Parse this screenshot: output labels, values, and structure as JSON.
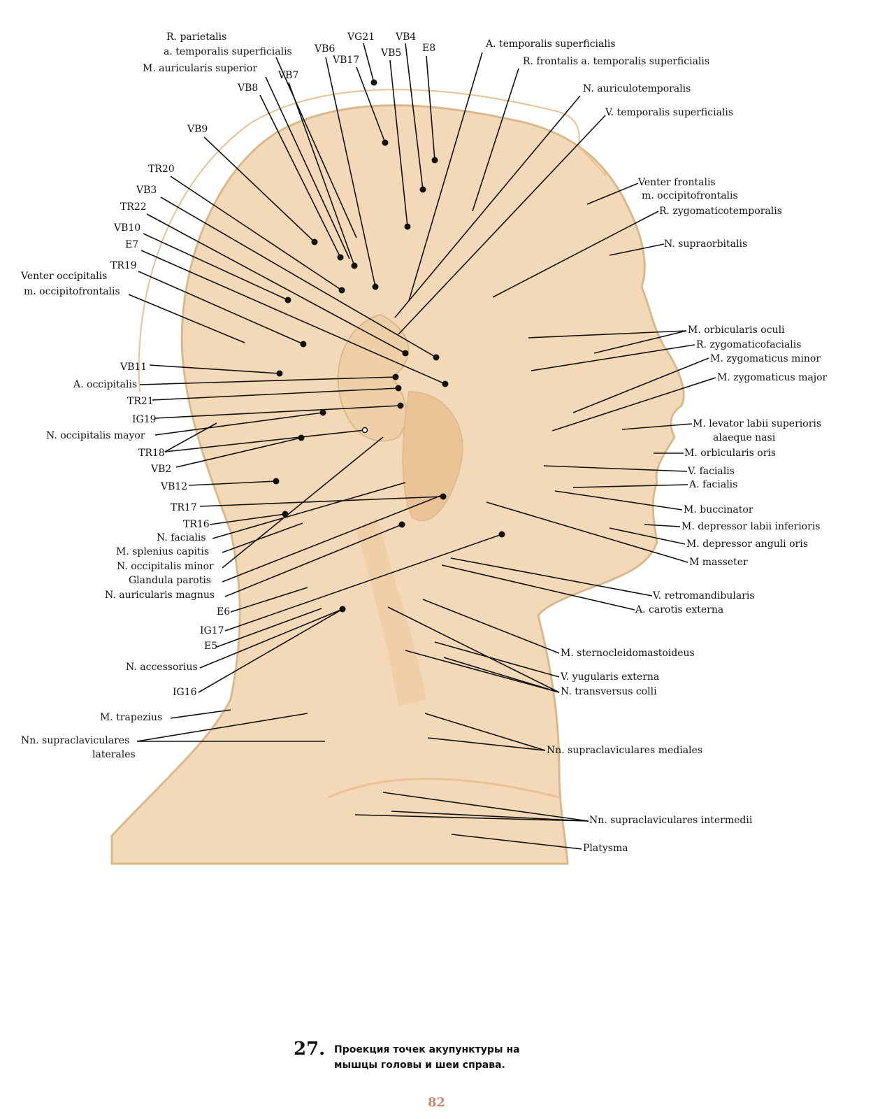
{
  "figure": {
    "number": "27.",
    "caption_line1": "Проекция   точек   акупунктуры   на",
    "caption_line2": "мышцы головы и шеи справа.",
    "page_number": "82"
  },
  "colors": {
    "skin": "#f3d9b7",
    "skin_dark": "#e8c195",
    "outline": "#d9b98c",
    "leader": "#111111"
  },
  "labels": [
    {
      "id": "r-parietalis",
      "text": "R.  parietalis"
    },
    {
      "id": "a-temp-sup-1",
      "text": "a. temporalis  superficialis"
    },
    {
      "id": "m-auric-sup",
      "text": "M.  auricularis  superior"
    },
    {
      "id": "vb6",
      "text": "VB6"
    },
    {
      "id": "vg21",
      "text": "VG21"
    },
    {
      "id": "vb4",
      "text": "VB4"
    },
    {
      "id": "vb17",
      "text": "VB17"
    },
    {
      "id": "vb5",
      "text": "VB5"
    },
    {
      "id": "e8",
      "text": "E8"
    },
    {
      "id": "vb7",
      "text": "VB7"
    },
    {
      "id": "vb8",
      "text": "VB8"
    },
    {
      "id": "vb9",
      "text": "VB9"
    },
    {
      "id": "tr20",
      "text": "TR20"
    },
    {
      "id": "vb3",
      "text": "VB3"
    },
    {
      "id": "tr22",
      "text": "TR22"
    },
    {
      "id": "vb10",
      "text": "VB10"
    },
    {
      "id": "e7",
      "text": "E7"
    },
    {
      "id": "tr19",
      "text": "TR19"
    },
    {
      "id": "venter-occ",
      "text": "Venter occipitalis"
    },
    {
      "id": "m-occipitofront-1",
      "text": "m. occipitofrontalis"
    },
    {
      "id": "vb11",
      "text": "VB11"
    },
    {
      "id": "a-occipitalis",
      "text": "A. occipitalis"
    },
    {
      "id": "tr21",
      "text": "TR21"
    },
    {
      "id": "ig19",
      "text": "IG19"
    },
    {
      "id": "n-occ-mayor",
      "text": "N. occipitalis mayor"
    },
    {
      "id": "tr18",
      "text": "TR18"
    },
    {
      "id": "vb2",
      "text": "VB2"
    },
    {
      "id": "vb12",
      "text": "VB12"
    },
    {
      "id": "tr17",
      "text": "TR17"
    },
    {
      "id": "tr16",
      "text": "TR16"
    },
    {
      "id": "n-facialis",
      "text": "N. facialis"
    },
    {
      "id": "m-splenius",
      "text": "M. splenius capitis"
    },
    {
      "id": "n-occ-minor",
      "text": "N. occipitalis minor"
    },
    {
      "id": "glandula-parotis",
      "text": "Glandula  parotis"
    },
    {
      "id": "n-auric-magnus",
      "text": "N. auricularis magnus"
    },
    {
      "id": "e6",
      "text": "E6"
    },
    {
      "id": "ig17",
      "text": "IG17"
    },
    {
      "id": "e5",
      "text": "E5"
    },
    {
      "id": "n-accessorius",
      "text": "N. accessorius"
    },
    {
      "id": "ig16",
      "text": "IG16"
    },
    {
      "id": "m-trapezius",
      "text": "M. trapezius"
    },
    {
      "id": "nn-supracl-lat-1",
      "text": "Nn. supraclaviculares"
    },
    {
      "id": "nn-supracl-lat-2",
      "text": "laterales"
    },
    {
      "id": "a-temp-sup-2",
      "text": "A. temporalis  superficialis"
    },
    {
      "id": "r-frontalis",
      "text": "R. frontalis  a. temporalis  superficialis"
    },
    {
      "id": "n-auriculotemp",
      "text": "N.  auriculotemporalis"
    },
    {
      "id": "v-temp-sup",
      "text": "V.  temporalis  superficialis"
    },
    {
      "id": "venter-front",
      "text": "Venter  frontalis"
    },
    {
      "id": "m-occipitofront-2",
      "text": "m.  occipitofrontalis"
    },
    {
      "id": "r-zygomaticotemp",
      "text": "R.  zygomaticotemporalis"
    },
    {
      "id": "n-supraorb",
      "text": "N.  supraorbitalis"
    },
    {
      "id": "m-orb-oculi",
      "text": "M.  orbicularis  oculi"
    },
    {
      "id": "r-zygomaticofac",
      "text": "R.  zygomaticofacialis"
    },
    {
      "id": "m-zyg-minor",
      "text": "M.  zygomaticus  minor"
    },
    {
      "id": "m-zyg-major",
      "text": "M.  zygomaticus  major"
    },
    {
      "id": "m-levator-1",
      "text": "M.  levator  labii  superioris"
    },
    {
      "id": "m-levator-2",
      "text": "alaeque  nasi"
    },
    {
      "id": "m-orb-oris",
      "text": "M.  orbicularis  oris"
    },
    {
      "id": "v-facialis",
      "text": "V.  facialis"
    },
    {
      "id": "a-facialis",
      "text": "A.  facialis"
    },
    {
      "id": "m-buccinator",
      "text": "M.  buccinator"
    },
    {
      "id": "m-depr-labii",
      "text": "M.  depressor  labii  inferioris"
    },
    {
      "id": "m-depr-anguli",
      "text": "M.  depressor  anguli  oris"
    },
    {
      "id": "m-masseter",
      "text": "M   masseter"
    },
    {
      "id": "v-retromand",
      "text": "V.  retromandibularis"
    },
    {
      "id": "a-carotis",
      "text": "A.  carotis  externa"
    },
    {
      "id": "m-scm",
      "text": "M.  sternocleidomastoideus"
    },
    {
      "id": "v-yugularis",
      "text": "V.  yugularis  externa"
    },
    {
      "id": "n-transv-colli",
      "text": "N.  transversus  colli"
    },
    {
      "id": "nn-supracl-med",
      "text": "Nn.  supraclaviculares  mediales"
    },
    {
      "id": "nn-supracl-int",
      "text": "Nn.  supraclaviculares  intermedii"
    },
    {
      "id": "platysma",
      "text": "Platysma"
    }
  ]
}
